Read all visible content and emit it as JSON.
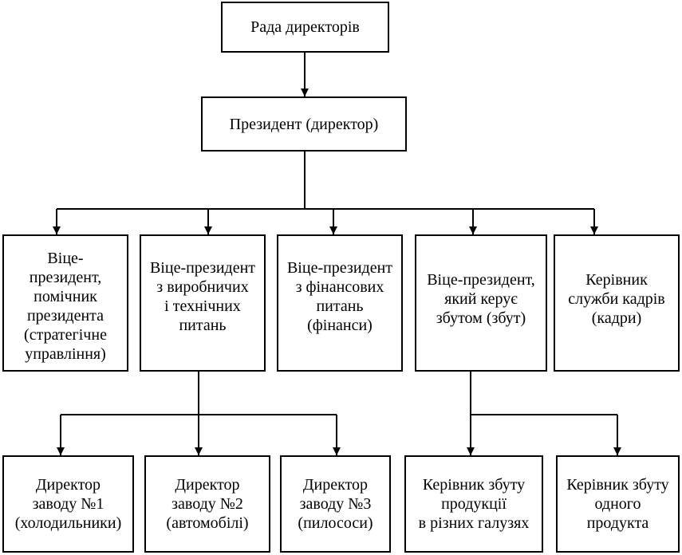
{
  "org_chart": {
    "board": {
      "lines": [
        "Рада директорів"
      ]
    },
    "president": {
      "lines": [
        "Президент (директор)"
      ]
    },
    "vice_presidents": [
      {
        "lines": [
          "Віце-",
          "президент,",
          "помічник",
          "президента",
          "(стратегічне",
          "управління)"
        ]
      },
      {
        "lines": [
          "Віце-президент",
          "з виробничих",
          "і технічних",
          "питань"
        ]
      },
      {
        "lines": [
          "Віце-президент",
          "з фінансових",
          "питань",
          "(фінанси)"
        ]
      },
      {
        "lines": [
          "Віце-президент,",
          "який керує",
          "збутом (збут)"
        ]
      },
      {
        "lines": [
          "Керівник",
          "служби кадрів",
          "(кадри)"
        ]
      }
    ],
    "plant_directors": [
      {
        "lines": [
          "Директор",
          "заводу №1",
          "(холодильники)"
        ]
      },
      {
        "lines": [
          "Директор",
          "заводу №2",
          "(автомобілі)"
        ]
      },
      {
        "lines": [
          "Директор",
          "заводу №3",
          "(пилососи)"
        ]
      }
    ],
    "sales_managers": [
      {
        "lines": [
          "Керівник збуту",
          "продукції",
          "в різних галузях"
        ]
      },
      {
        "lines": [
          "Керівник збуту",
          "одного",
          "продукта"
        ]
      }
    ]
  }
}
